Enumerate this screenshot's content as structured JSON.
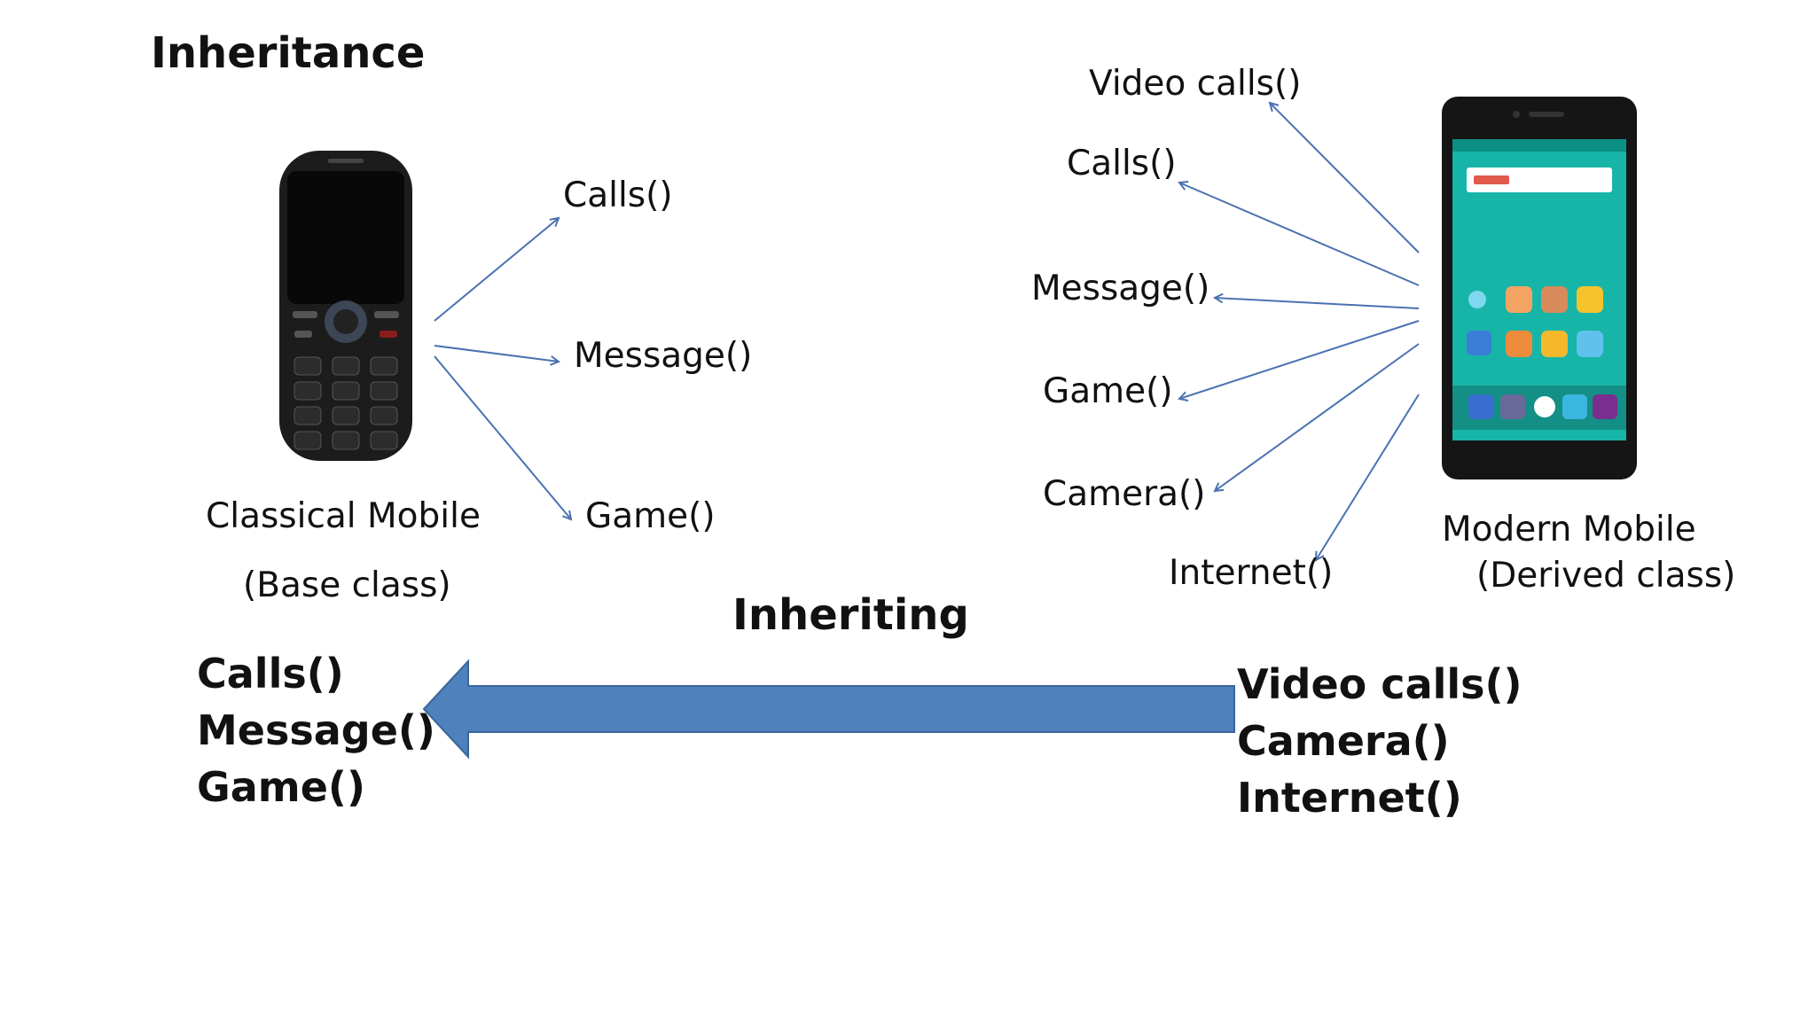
{
  "title": "Inheritance",
  "base": {
    "name": "Classical Mobile",
    "role": "(Base class)",
    "methods": [
      "Calls()",
      "Message()",
      "Game()"
    ]
  },
  "derived": {
    "name": "Modern Mobile",
    "role": "(Derived class)",
    "methods": [
      "Video calls()",
      "Calls()",
      "Message()",
      "Game()",
      "Camera()",
      "Internet()"
    ]
  },
  "relation": {
    "label": "Inheriting",
    "inherited": [
      "Calls()",
      "Message()",
      "Game()"
    ],
    "added": [
      "Video calls()",
      "Camera()",
      "Internet()"
    ]
  },
  "colors": {
    "arrow_fill": "#4f81bd",
    "arrow_stroke": "#3a6598",
    "connector": "#4a72b0",
    "phone_body": "#1c1c1c",
    "screen_teal": "#17b5a8"
  },
  "icons": [
    "feature-phone-image",
    "smartphone-image"
  ]
}
